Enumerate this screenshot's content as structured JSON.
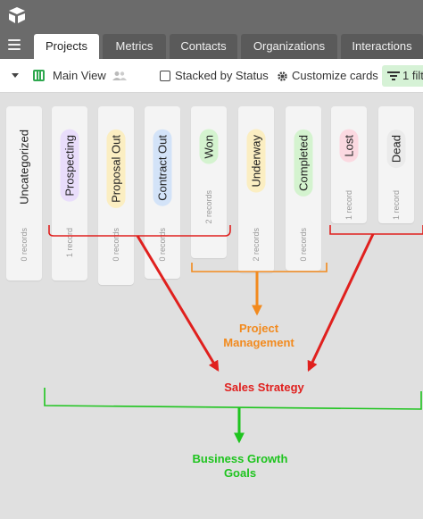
{
  "tabs": [
    {
      "label": "Projects",
      "active": true
    },
    {
      "label": "Metrics",
      "active": false
    },
    {
      "label": "Contacts",
      "active": false
    },
    {
      "label": "Organizations",
      "active": false
    },
    {
      "label": "Interactions",
      "active": false
    }
  ],
  "toolbar": {
    "view_name": "Main View",
    "stack_label": "Stacked by Status",
    "customize_label": "Customize cards",
    "filter_label": "1 filt"
  },
  "columns": [
    {
      "status": "Uncategorized",
      "count": "0 records",
      "pill_color": ""
    },
    {
      "status": "Prospecting",
      "count": "1 record",
      "pill_color": "#e9ddfb"
    },
    {
      "status": "Proposal Out",
      "count": "0 records",
      "pill_color": "#fbeec2"
    },
    {
      "status": "Contract Out",
      "count": "0 records",
      "pill_color": "#d3e3f8"
    },
    {
      "status": "Won",
      "count": "2 records",
      "pill_color": "#d4f3cf"
    },
    {
      "status": "Underway",
      "count": "2 records",
      "pill_color": "#fbeec2"
    },
    {
      "status": "Completed",
      "count": "0 records",
      "pill_color": "#d4f3cf"
    },
    {
      "status": "Lost",
      "count": "1 record",
      "pill_color": "#fbd9e1"
    },
    {
      "status": "Dead",
      "count": "1 record",
      "pill_color": "#ebebeb"
    }
  ],
  "annotations": {
    "project_management": "Project\nManagement",
    "sales_strategy": "Sales Strategy",
    "business_growth": "Business Growth\nGoals"
  },
  "colors": {
    "sales": "#e0201e",
    "project": "#f28a1e",
    "growth": "#1ec41e"
  }
}
